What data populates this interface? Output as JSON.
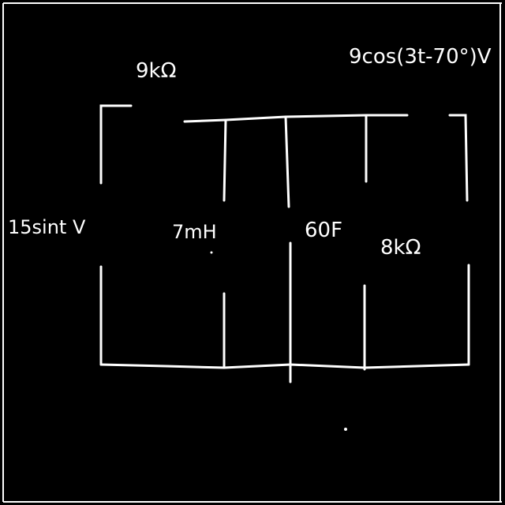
{
  "labels": {
    "resistor_top": "9kΩ",
    "source_top_right": "9cos(3t-70°)V",
    "source_left": "15sint V",
    "inductor": "7mH",
    "capacitor": "60F",
    "resistor_right": "8kΩ"
  },
  "colors": {
    "background": "#000000",
    "ink": "#ffffff"
  }
}
